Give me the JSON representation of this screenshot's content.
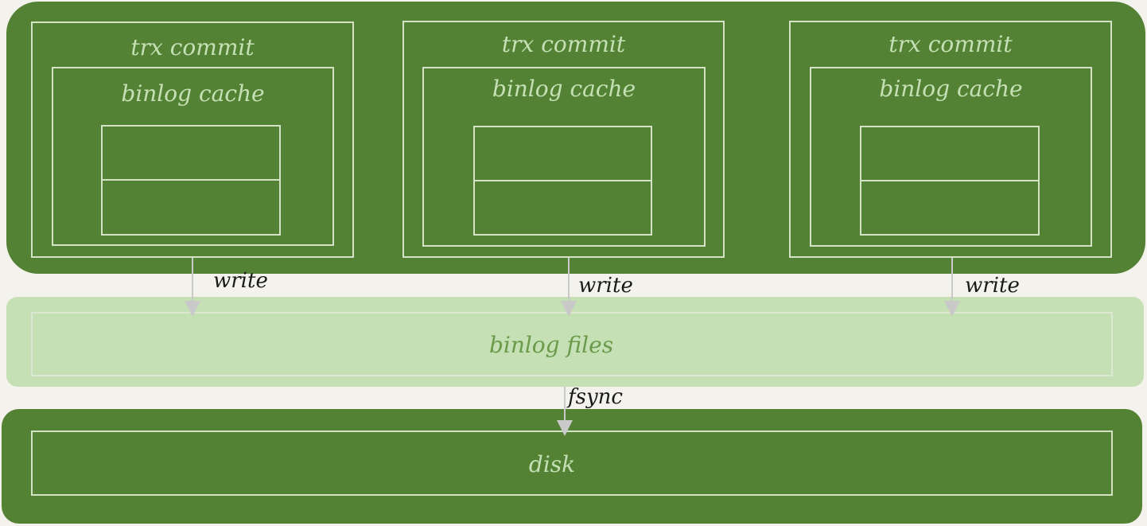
{
  "memory": {
    "transactions": [
      {
        "title": "trx commit",
        "cache_label": "binlog cache"
      },
      {
        "title": "trx commit",
        "cache_label": "binlog cache"
      },
      {
        "title": "trx commit",
        "cache_label": "binlog cache"
      }
    ]
  },
  "arrows": {
    "write_label": "write",
    "fsync_label": "fsync"
  },
  "files": {
    "label": "binlog files"
  },
  "disk": {
    "label": "disk"
  },
  "colors": {
    "dark_green": "#548235",
    "light_green": "#c5e0b4",
    "outline": "#d4e3c6",
    "background": "#f4f2ec"
  }
}
